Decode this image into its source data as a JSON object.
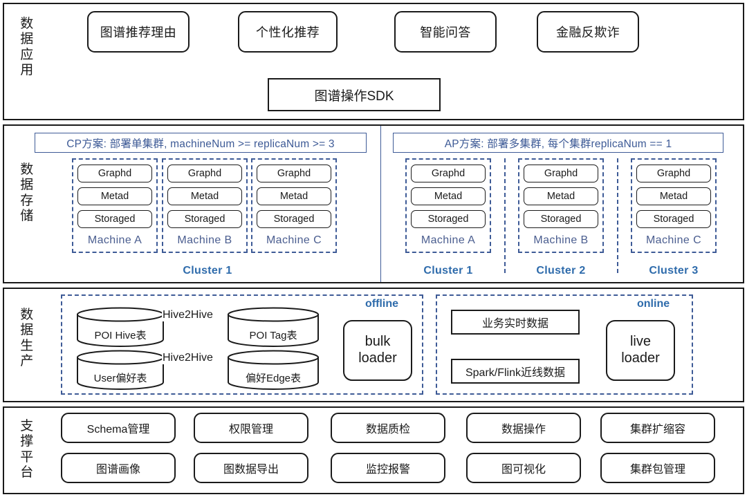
{
  "diagram": {
    "title": "Knowledge Graph Platform Architecture",
    "colors": {
      "outline": "#1a1a1a",
      "scheme_blue": "#3d5a96",
      "cluster_blue": "#2e6bab",
      "machine_blue": "#4a5d8f",
      "arrow_gray": "#9a9a9a"
    }
  },
  "sections": {
    "application": {
      "row_label": "数据应用",
      "row_label_chars": [
        "数",
        "据",
        "应",
        "用"
      ],
      "apps": [
        {
          "label": "图谱推荐理由"
        },
        {
          "label": "个性化推荐"
        },
        {
          "label": "智能问答"
        },
        {
          "label": "金融反欺诈"
        }
      ],
      "sdk": {
        "label": "图谱操作SDK"
      }
    },
    "storage": {
      "row_label": "数据存储",
      "row_label_chars": [
        "数",
        "据",
        "存",
        "储"
      ],
      "schemes": [
        {
          "header": "CP方案: 部署单集群, machineNum >= replicaNum >= 3",
          "clusters": [
            {
              "label": "Cluster 1",
              "machines": [
                {
                  "name": "Machine A",
                  "services": [
                    "Graphd",
                    "Metad",
                    "Storaged"
                  ]
                },
                {
                  "name": "Machine B",
                  "services": [
                    "Graphd",
                    "Metad",
                    "Storaged"
                  ]
                },
                {
                  "name": "Machine C",
                  "services": [
                    "Graphd",
                    "Metad",
                    "Storaged"
                  ]
                }
              ]
            }
          ]
        },
        {
          "header": "AP方案: 部署多集群, 每个集群replicaNum == 1",
          "clusters": [
            {
              "label": "Cluster 1",
              "machines": [
                {
                  "name": "Machine A",
                  "services": [
                    "Graphd",
                    "Metad",
                    "Storaged"
                  ]
                }
              ]
            },
            {
              "label": "Cluster 2",
              "machines": [
                {
                  "name": "Machine B",
                  "services": [
                    "Graphd",
                    "Metad",
                    "Storaged"
                  ]
                }
              ]
            },
            {
              "label": "Cluster 3",
              "machines": [
                {
                  "name": "Machine C",
                  "services": [
                    "Graphd",
                    "Metad",
                    "Storaged"
                  ]
                }
              ]
            }
          ]
        }
      ]
    },
    "production": {
      "row_label": "数据生产",
      "row_label_chars": [
        "数",
        "据",
        "生",
        "产"
      ],
      "offline": {
        "tag": "offline",
        "sources": [
          "POI Hive表",
          "User偏好表"
        ],
        "targets": [
          "POI Tag表",
          "偏好Edge表"
        ],
        "edge_labels": [
          "Hive2Hive",
          "Hive2Hive"
        ],
        "loader_line1": "bulk",
        "loader_line2": "loader"
      },
      "online": {
        "tag": "online",
        "sources": [
          "业务实时数据",
          "Spark/Flink近线数据"
        ],
        "loader_line1": "live",
        "loader_line2": "loader"
      }
    },
    "platform": {
      "row_label": "支撑平台",
      "row_label_chars": [
        "支",
        "撑",
        "平",
        "台"
      ],
      "row1": [
        "Schema管理",
        "权限管理",
        "数据质检",
        "数据操作",
        "集群扩缩容"
      ],
      "row2": [
        "图谱画像",
        "图数据导出",
        "监控报警",
        "图可视化",
        "集群包管理"
      ]
    }
  }
}
